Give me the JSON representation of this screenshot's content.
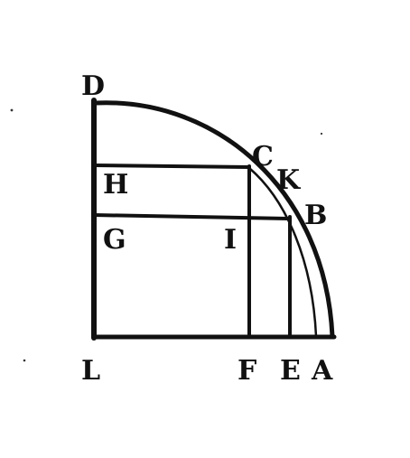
{
  "diagram": {
    "labels": {
      "D": "D",
      "H": "H",
      "G": "G",
      "L": "L",
      "C": "C",
      "K": "K",
      "B": "B",
      "I": "I",
      "F": "F",
      "E": "E",
      "A": "A"
    },
    "ink_color": "#111111",
    "background_color": "#ffffff"
  }
}
